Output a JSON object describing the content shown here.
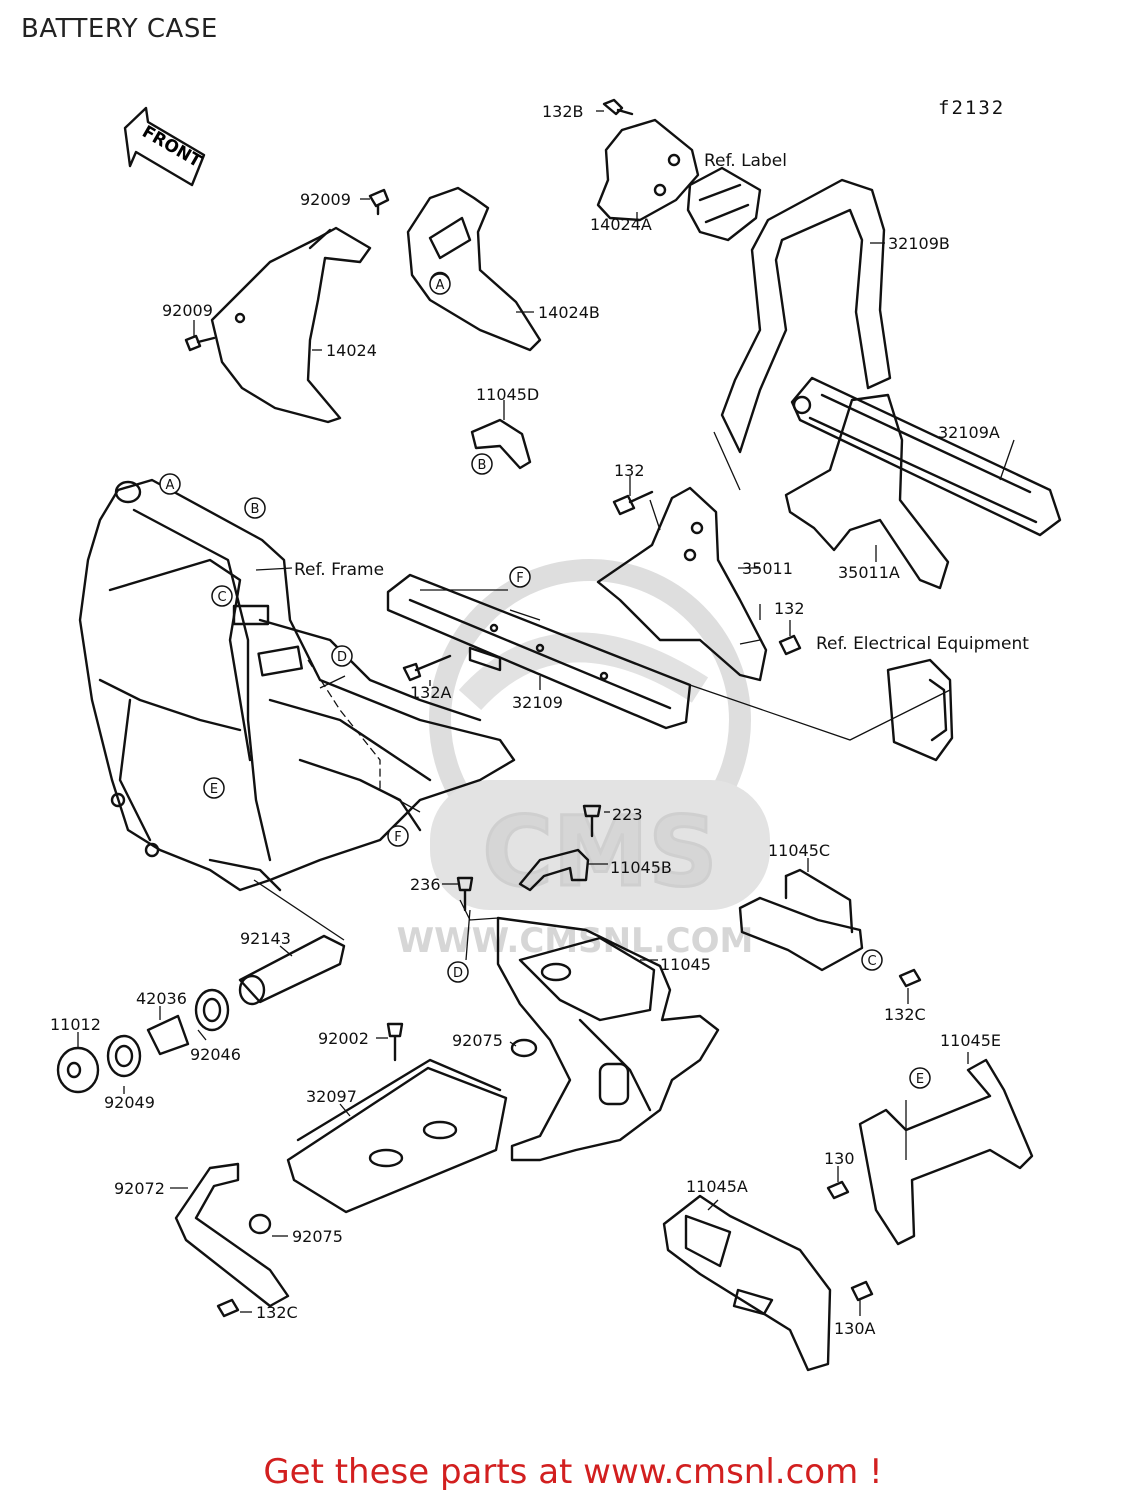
{
  "header": {
    "title": "BATTERY CASE",
    "figure_code": "f2132"
  },
  "front_arrow": {
    "label": "FRONT"
  },
  "watermark": {
    "brand": "CMS",
    "url": "WWW.CMSNL.COM"
  },
  "parts": {
    "p132B": "132B",
    "p14024A": "14024A",
    "p32109B": "32109B",
    "p92009a": "92009",
    "p92009b": "92009",
    "p14024": "14024",
    "p14024B": "14024B",
    "p11045D": "11045D",
    "p32109A": "32109A",
    "p132a": "132",
    "p35011": "35011",
    "p35011A": "35011A",
    "p132b": "132",
    "p132A": "132A",
    "p32109": "32109",
    "p223": "223",
    "p11045B": "11045B",
    "p11045C": "11045C",
    "p236": "236",
    "p92143": "92143",
    "p11045": "11045",
    "p132Cb": "132C",
    "p42036": "42036",
    "p11012": "11012",
    "p92046": "92046",
    "p92049": "92049",
    "p92002": "92002",
    "p92075a": "92075",
    "p11045E": "11045E",
    "p32097": "32097",
    "p130": "130",
    "p92072": "92072",
    "p11045A": "11045A",
    "p92075b": "92075",
    "p132Ca": "132C",
    "p130A": "130A"
  },
  "refs": {
    "label": "Ref. Label",
    "frame": "Ref. Frame",
    "electrical": "Ref. Electrical Equipment"
  },
  "markers": {
    "A": "A",
    "B": "B",
    "C": "C",
    "D": "D",
    "E": "E",
    "F": "F"
  },
  "footer": {
    "text": "Get these parts at www.cmsnl.com !"
  },
  "colors": {
    "footer": "#d21f1f",
    "watermark": "#d6d6d6",
    "line": "#111111"
  }
}
